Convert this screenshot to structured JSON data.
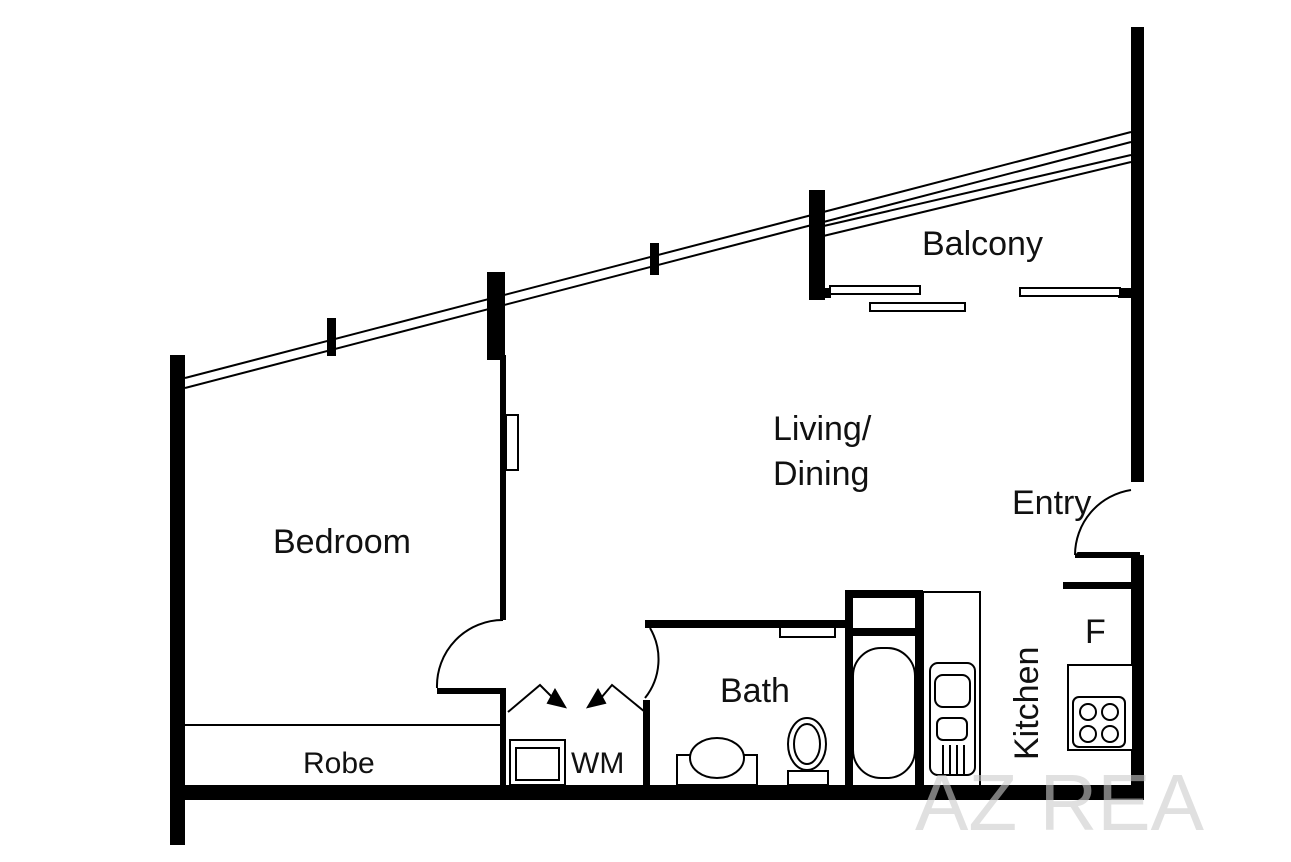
{
  "rooms": {
    "balcony": "Balcony",
    "living_line1": "Living/",
    "living_line2": "Dining",
    "entry": "Entry",
    "bedroom": "Bedroom",
    "bath": "Bath",
    "robe": "Robe",
    "wm": "WM",
    "kitchen": "Kitchen",
    "fridge": "F"
  },
  "watermark": "AZ REA"
}
